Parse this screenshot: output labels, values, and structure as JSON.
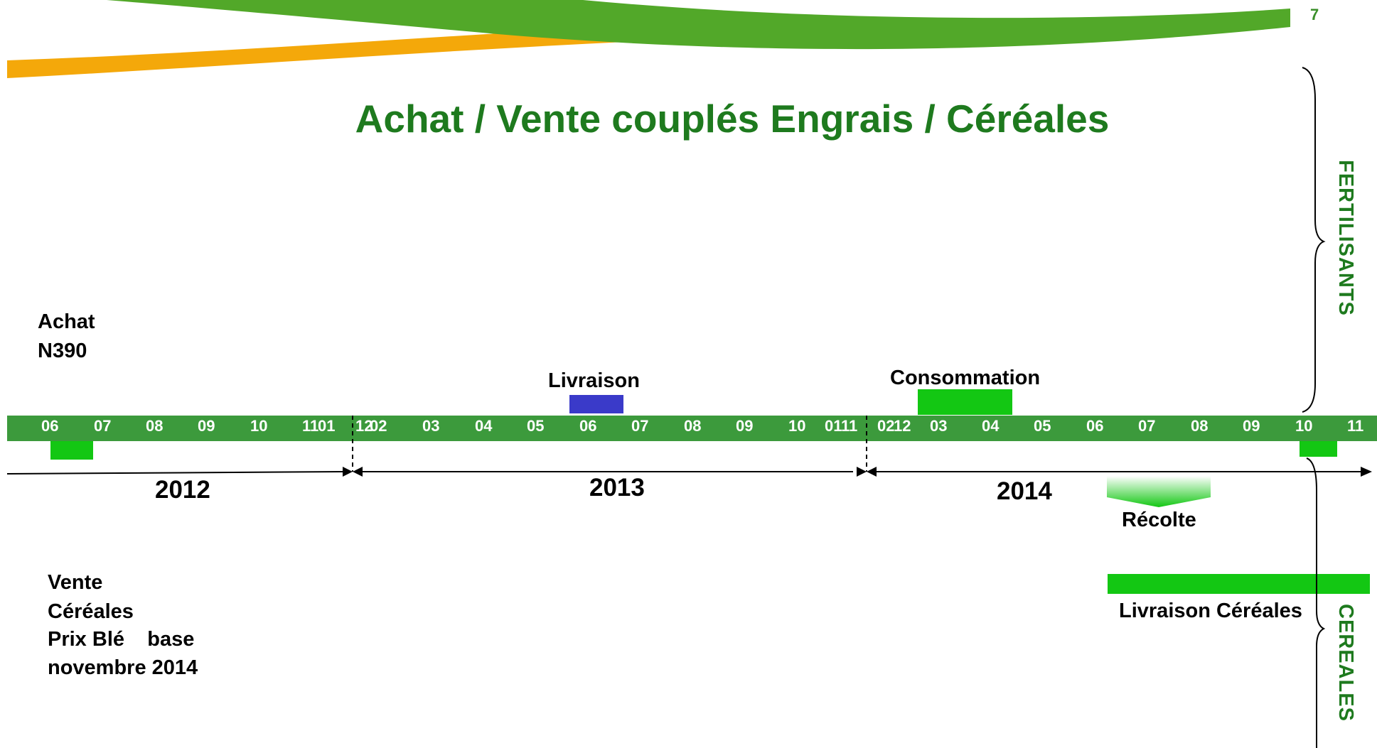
{
  "page_number": "7",
  "title": "Achat / Vente couplés Engrais / Céréales",
  "colors": {
    "title_green": "#1e7a1e",
    "timeline_green": "#3c9a3c",
    "marker_green": "#13c713",
    "delivery_blue": "#3a3ac9",
    "swoosh_green": "#52a829",
    "swoosh_orange": "#f4a80a"
  },
  "labels": {
    "achat_line1": "Achat",
    "achat_line2": "N390",
    "vente_line1": "Vente",
    "vente_line2": "Céréales",
    "vente_line3": "Prix Blé    base",
    "vente_line4": "novembre 2014",
    "livraison": "Livraison",
    "consommation": "Consommation",
    "recolte": "Récolte",
    "livraison_cereales": "Livraison Céréales",
    "fertilisants": "FERTILISANTS",
    "cereales": "CEREALES"
  },
  "years": [
    "2012",
    "2013",
    "2014"
  ],
  "months_2012": [
    "06",
    "07",
    "08",
    "09",
    "10",
    "11"
  ],
  "months_2013": [
    "01",
    "12",
    "02",
    "03",
    "04",
    "05",
    "06",
    "07",
    "08",
    "09",
    "10",
    "01"
  ],
  "months_2014": [
    "11",
    "02",
    "12",
    "03",
    "04",
    "05",
    "06",
    "07",
    "08",
    "09",
    "10",
    "11"
  ]
}
